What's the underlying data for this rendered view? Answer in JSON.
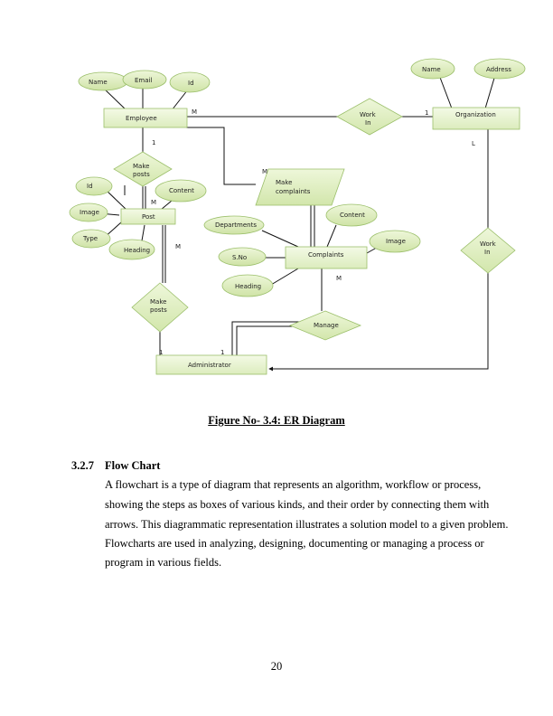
{
  "diagram": {
    "entities": [
      {
        "id": "employee",
        "label": "Employee"
      },
      {
        "id": "organization",
        "label": "Organization"
      },
      {
        "id": "post",
        "label": "Post"
      },
      {
        "id": "complaints",
        "label": "Complaints"
      },
      {
        "id": "administrator",
        "label": "Administrator"
      }
    ],
    "attributes": [
      {
        "id": "emp-name",
        "label": "Name"
      },
      {
        "id": "emp-email",
        "label": "Email"
      },
      {
        "id": "emp-id",
        "label": "Id"
      },
      {
        "id": "org-name",
        "label": "Name"
      },
      {
        "id": "org-address",
        "label": "Address"
      },
      {
        "id": "post-id",
        "label": "Id"
      },
      {
        "id": "post-image",
        "label": "Image"
      },
      {
        "id": "post-type",
        "label": "Type"
      },
      {
        "id": "post-heading",
        "label": "Heading"
      },
      {
        "id": "post-content",
        "label": "Content"
      },
      {
        "id": "comp-departments",
        "label": "Departments"
      },
      {
        "id": "comp-content",
        "label": "Content"
      },
      {
        "id": "comp-image",
        "label": "Image"
      },
      {
        "id": "comp-status",
        "label": "S.No"
      },
      {
        "id": "comp-heading",
        "label": "Heading"
      }
    ],
    "relationships": [
      {
        "id": "work-in-1",
        "lines": [
          "Work",
          "In"
        ]
      },
      {
        "id": "make-posts-1",
        "lines": [
          "Make",
          "posts"
        ]
      },
      {
        "id": "make-posts-2",
        "lines": [
          "Make",
          "posts"
        ]
      },
      {
        "id": "work-in-2",
        "lines": [
          "Work",
          "In"
        ]
      },
      {
        "id": "manage",
        "lines": [
          "Manage"
        ]
      },
      {
        "id": "make-complaints",
        "lines": [
          "Make",
          "complaints"
        ]
      }
    ],
    "cardinalities": [
      {
        "id": "c-emp-work-m",
        "label": "M"
      },
      {
        "id": "c-emp-1",
        "label": "1"
      },
      {
        "id": "c-org-1",
        "label": "1"
      },
      {
        "id": "c-org-l",
        "label": "L"
      },
      {
        "id": "c-makecomp-m",
        "label": "M"
      },
      {
        "id": "c-post-m",
        "label": "M"
      },
      {
        "id": "c-post-m2",
        "label": "M"
      },
      {
        "id": "c-comp-m",
        "label": "M"
      },
      {
        "id": "c-admin-1a",
        "label": "1"
      },
      {
        "id": "c-admin-1b",
        "label": "1"
      }
    ]
  },
  "caption": "Figure No- 3.4: ER Diagram",
  "section": {
    "number": "3.2.7",
    "title": "Flow Chart",
    "lines": [
      "A flowchart is a type of diagram that represents an algorithm, workflow or process,",
      "showing the steps as boxes of various kinds, and their order by connecting them with",
      "arrows. This diagrammatic representation illustrates a solution model to a given problem.",
      "Flowcharts are used in analyzing, designing, documenting or managing a process or",
      "program in various fields."
    ]
  },
  "page_number": "20"
}
